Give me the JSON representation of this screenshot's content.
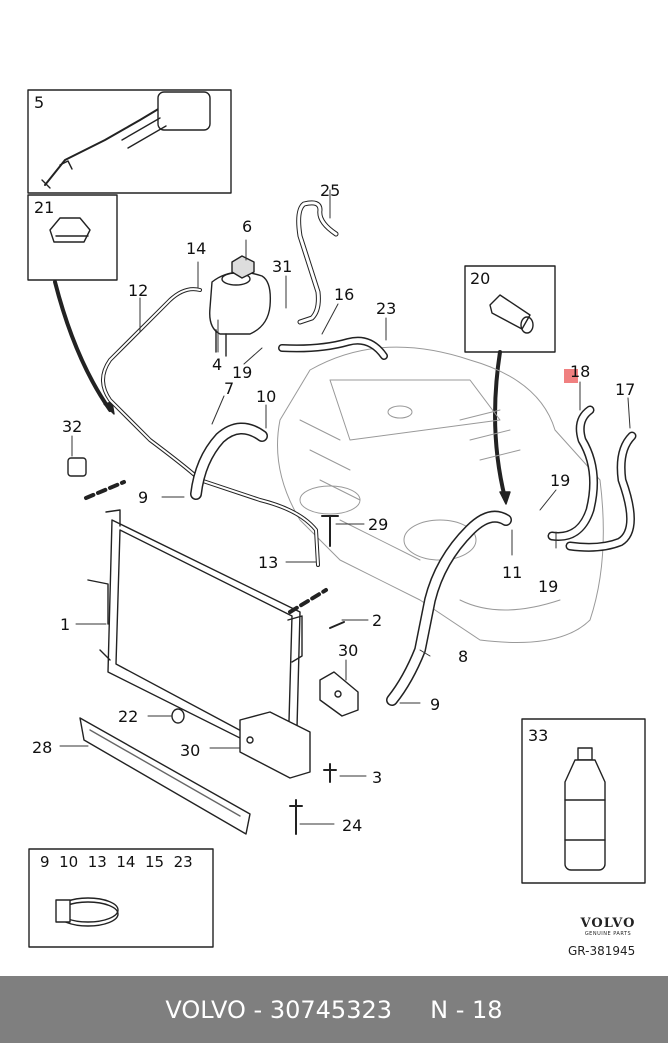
{
  "diagram": {
    "title": "Volvo cooling system parts diagram",
    "callouts": {
      "c1": "1",
      "c2": "2",
      "c3": "3",
      "c4": "4",
      "c5": "5",
      "c6": "6",
      "c7": "7",
      "c8": "8",
      "c9a": "9",
      "c9b": "9",
      "c10": "10",
      "c11": "11",
      "c12": "12",
      "c13": "13",
      "c14": "14",
      "c16": "16",
      "c17": "17",
      "c18": "18",
      "c19a": "19",
      "c19b": "19",
      "c19c": "19",
      "c20": "20",
      "c21": "21",
      "c22": "22",
      "c23": "23",
      "c24": "24",
      "c25": "25",
      "c28": "28",
      "c29": "29",
      "c30a": "30",
      "c30b": "30",
      "c31": "31",
      "c32": "32",
      "c33": "33"
    },
    "clamp_box_numbers": "9  10  13  14  15  23",
    "highlight_color": "#f08080",
    "highlighted_part": "18"
  },
  "brand": {
    "logo_text": "VOLVO",
    "logo_subtext": "GENUINE PARTS",
    "reference": "GR-381945"
  },
  "footer": {
    "brand": "VOLVO",
    "part_number": "30745323",
    "position": "N - 18",
    "background": "#7f7f7f"
  }
}
